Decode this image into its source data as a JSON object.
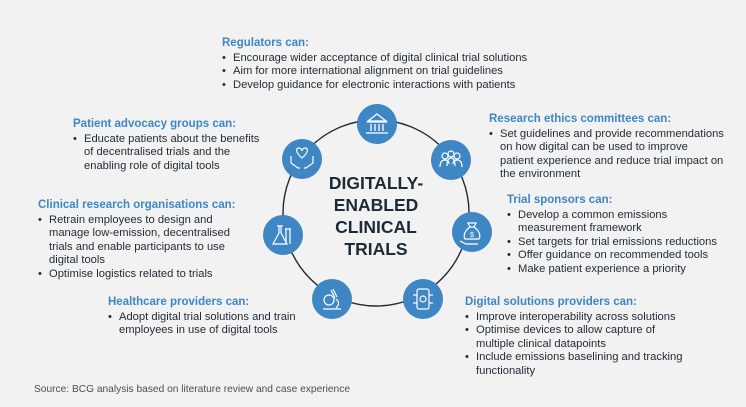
{
  "center_title": [
    "DIGITALLY-",
    "ENABLED",
    "CLINICAL",
    "TRIALS"
  ],
  "accent_color": "#3f86c4",
  "icons": [
    "government-building-icon",
    "people-group-icon",
    "money-bag-icon",
    "digital-device-icon",
    "microscope-icon",
    "lab-flask-icon",
    "hands-heart-icon"
  ],
  "stakeholders": {
    "regulators": {
      "heading": "Regulators can:",
      "items": [
        "Encourage wider acceptance of digital clinical trial solutions",
        "Aim for more international alignment on trial guidelines",
        "Develop guidance for electronic interactions with patients"
      ]
    },
    "ethics": {
      "heading": "Research ethics committees can:",
      "items": [
        "Set guidelines and provide recommendations on how digital can be used to improve patient experience and reduce trial impact on the environment"
      ]
    },
    "sponsors": {
      "heading": "Trial sponsors can:",
      "items": [
        "Develop a common emissions measurement framework",
        "Set targets for trial emissions reductions",
        "Offer guidance on recommended tools",
        "Make patient experience a priority"
      ]
    },
    "digital": {
      "heading": "Digital solutions providers can:",
      "items": [
        "Improve interoperability across solutions",
        "Optimise devices to allow capture of multiple clinical datapoints",
        "Include emissions baselining and tracking functionality"
      ]
    },
    "healthcare": {
      "heading": "Healthcare providers can:",
      "items": [
        "Adopt digital trial solutions and train employees in use of digital tools"
      ]
    },
    "cro": {
      "heading": "Clinical research organisations can:",
      "items": [
        "Retrain employees to design and manage low-emission, decentralised trials and enable participants to use digital tools",
        "Optimise logistics related to trials"
      ]
    },
    "advocacy": {
      "heading": "Patient advocacy groups can:",
      "items": [
        "Educate patients about the benefits of decentralised trials and the enabling role of digital tools"
      ]
    }
  },
  "source": "Source: BCG analysis based on literature review and case experience"
}
